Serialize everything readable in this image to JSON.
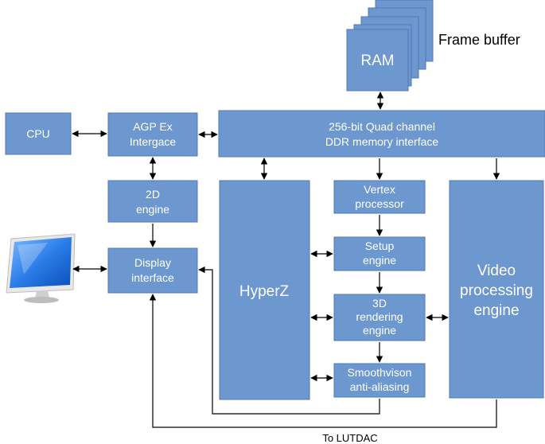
{
  "colors": {
    "box_fill": "#6d97cf",
    "box_stroke": "#4f79b3",
    "line": "#000000",
    "monitor_screen": "#1f6fe0",
    "monitor_body": "#d9d9d9"
  },
  "labels": {
    "frame_buffer": "Frame buffer",
    "ram": "RAM",
    "memory_interface_line1": "256-bit Quad channel",
    "memory_interface_line2": "DDR memory interface",
    "cpu": "CPU",
    "agp_line1": "AGP Ex",
    "agp_line2": "Intergace",
    "engine2d_line1": "2D",
    "engine2d_line2": "engine",
    "display_line1": "Display",
    "display_line2": "interface",
    "hyperz": "HyperZ",
    "vertex_line1": "Vertex",
    "vertex_line2": "processor",
    "setup_line1": "Setup",
    "setup_line2": "engine",
    "render_line1": "3D",
    "render_line2": "rendering",
    "render_line3": "engine",
    "smooth_line1": "Smoothvison",
    "smooth_line2": "anti-aliasing",
    "video_line1": "Video",
    "video_line2": "processing",
    "video_line3": "engine",
    "lutdac": "To LUTDAC"
  },
  "icons": {
    "monitor": "monitor-icon"
  }
}
